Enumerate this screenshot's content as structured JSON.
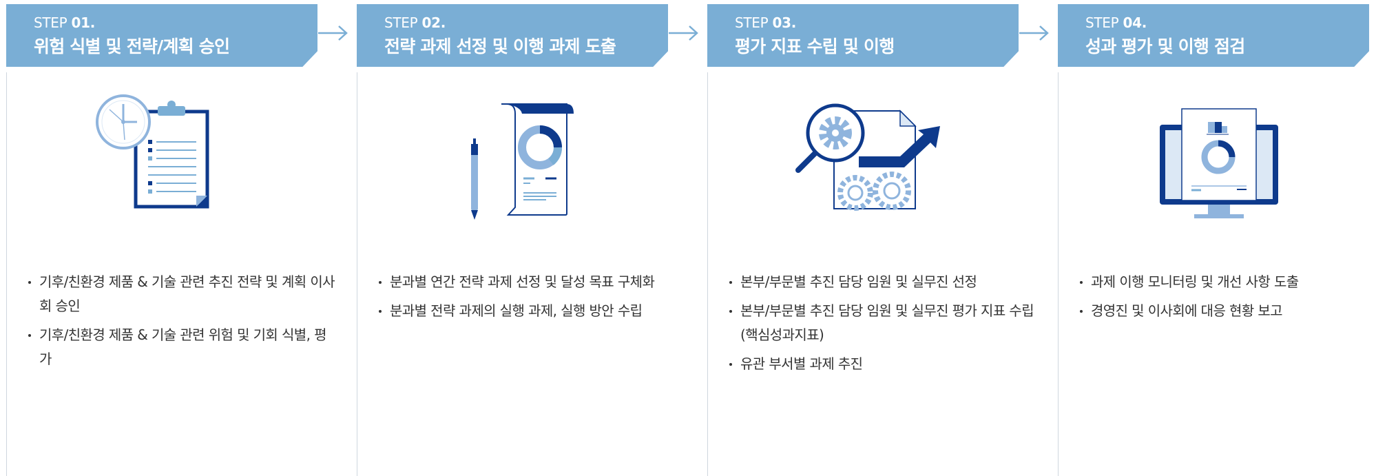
{
  "steps": [
    {
      "kicker": "STEP",
      "number": "01.",
      "title": "위험 식별 및 전략/계획 승인",
      "icon": "clipboard-clock-icon",
      "bullets": [
        "기후/친환경 제품 & 기술 관련 추진 전략 및 계획 이사회 승인",
        "기후/친환경 제품 & 기술 관련 위험 및 기회 식별, 평가"
      ]
    },
    {
      "kicker": "STEP",
      "number": "02.",
      "title": "전략 과제 선정 및 이행 과제 도출",
      "icon": "report-document-icon",
      "bullets": [
        "분과별 연간 전략 과제 선정 및 달성 목표 구체화",
        "분과별 전략 과제의 실행 과제, 실행 방안 수립"
      ]
    },
    {
      "kicker": "STEP",
      "number": "03.",
      "title": "평가 지표 수립 및 이행",
      "icon": "magnifier-gear-growth-icon",
      "bullets": [
        "본부/부문별 추진 담당 임원 및 실무진 선정",
        "본부/부문별 추진 담당 임원 및 실무진 평가 지표 수립(핵심성과지표)",
        "유관 부서별 과제 추진"
      ]
    },
    {
      "kicker": "STEP",
      "number": "04.",
      "title": "성과 평가 및 이행 점검",
      "icon": "monitor-report-icon",
      "bullets": [
        "과제 이행 모니터링 및 개선 사항 도출",
        "경영진 및 이사회에 대응 현황 보고"
      ]
    }
  ],
  "colors": {
    "header": "#7aaed5",
    "navy": "#0e3a8c",
    "light_blue": "#8fb4dd",
    "pale_blue": "#dce8f5",
    "arrow": "#7aaed5",
    "text": "#333333"
  }
}
